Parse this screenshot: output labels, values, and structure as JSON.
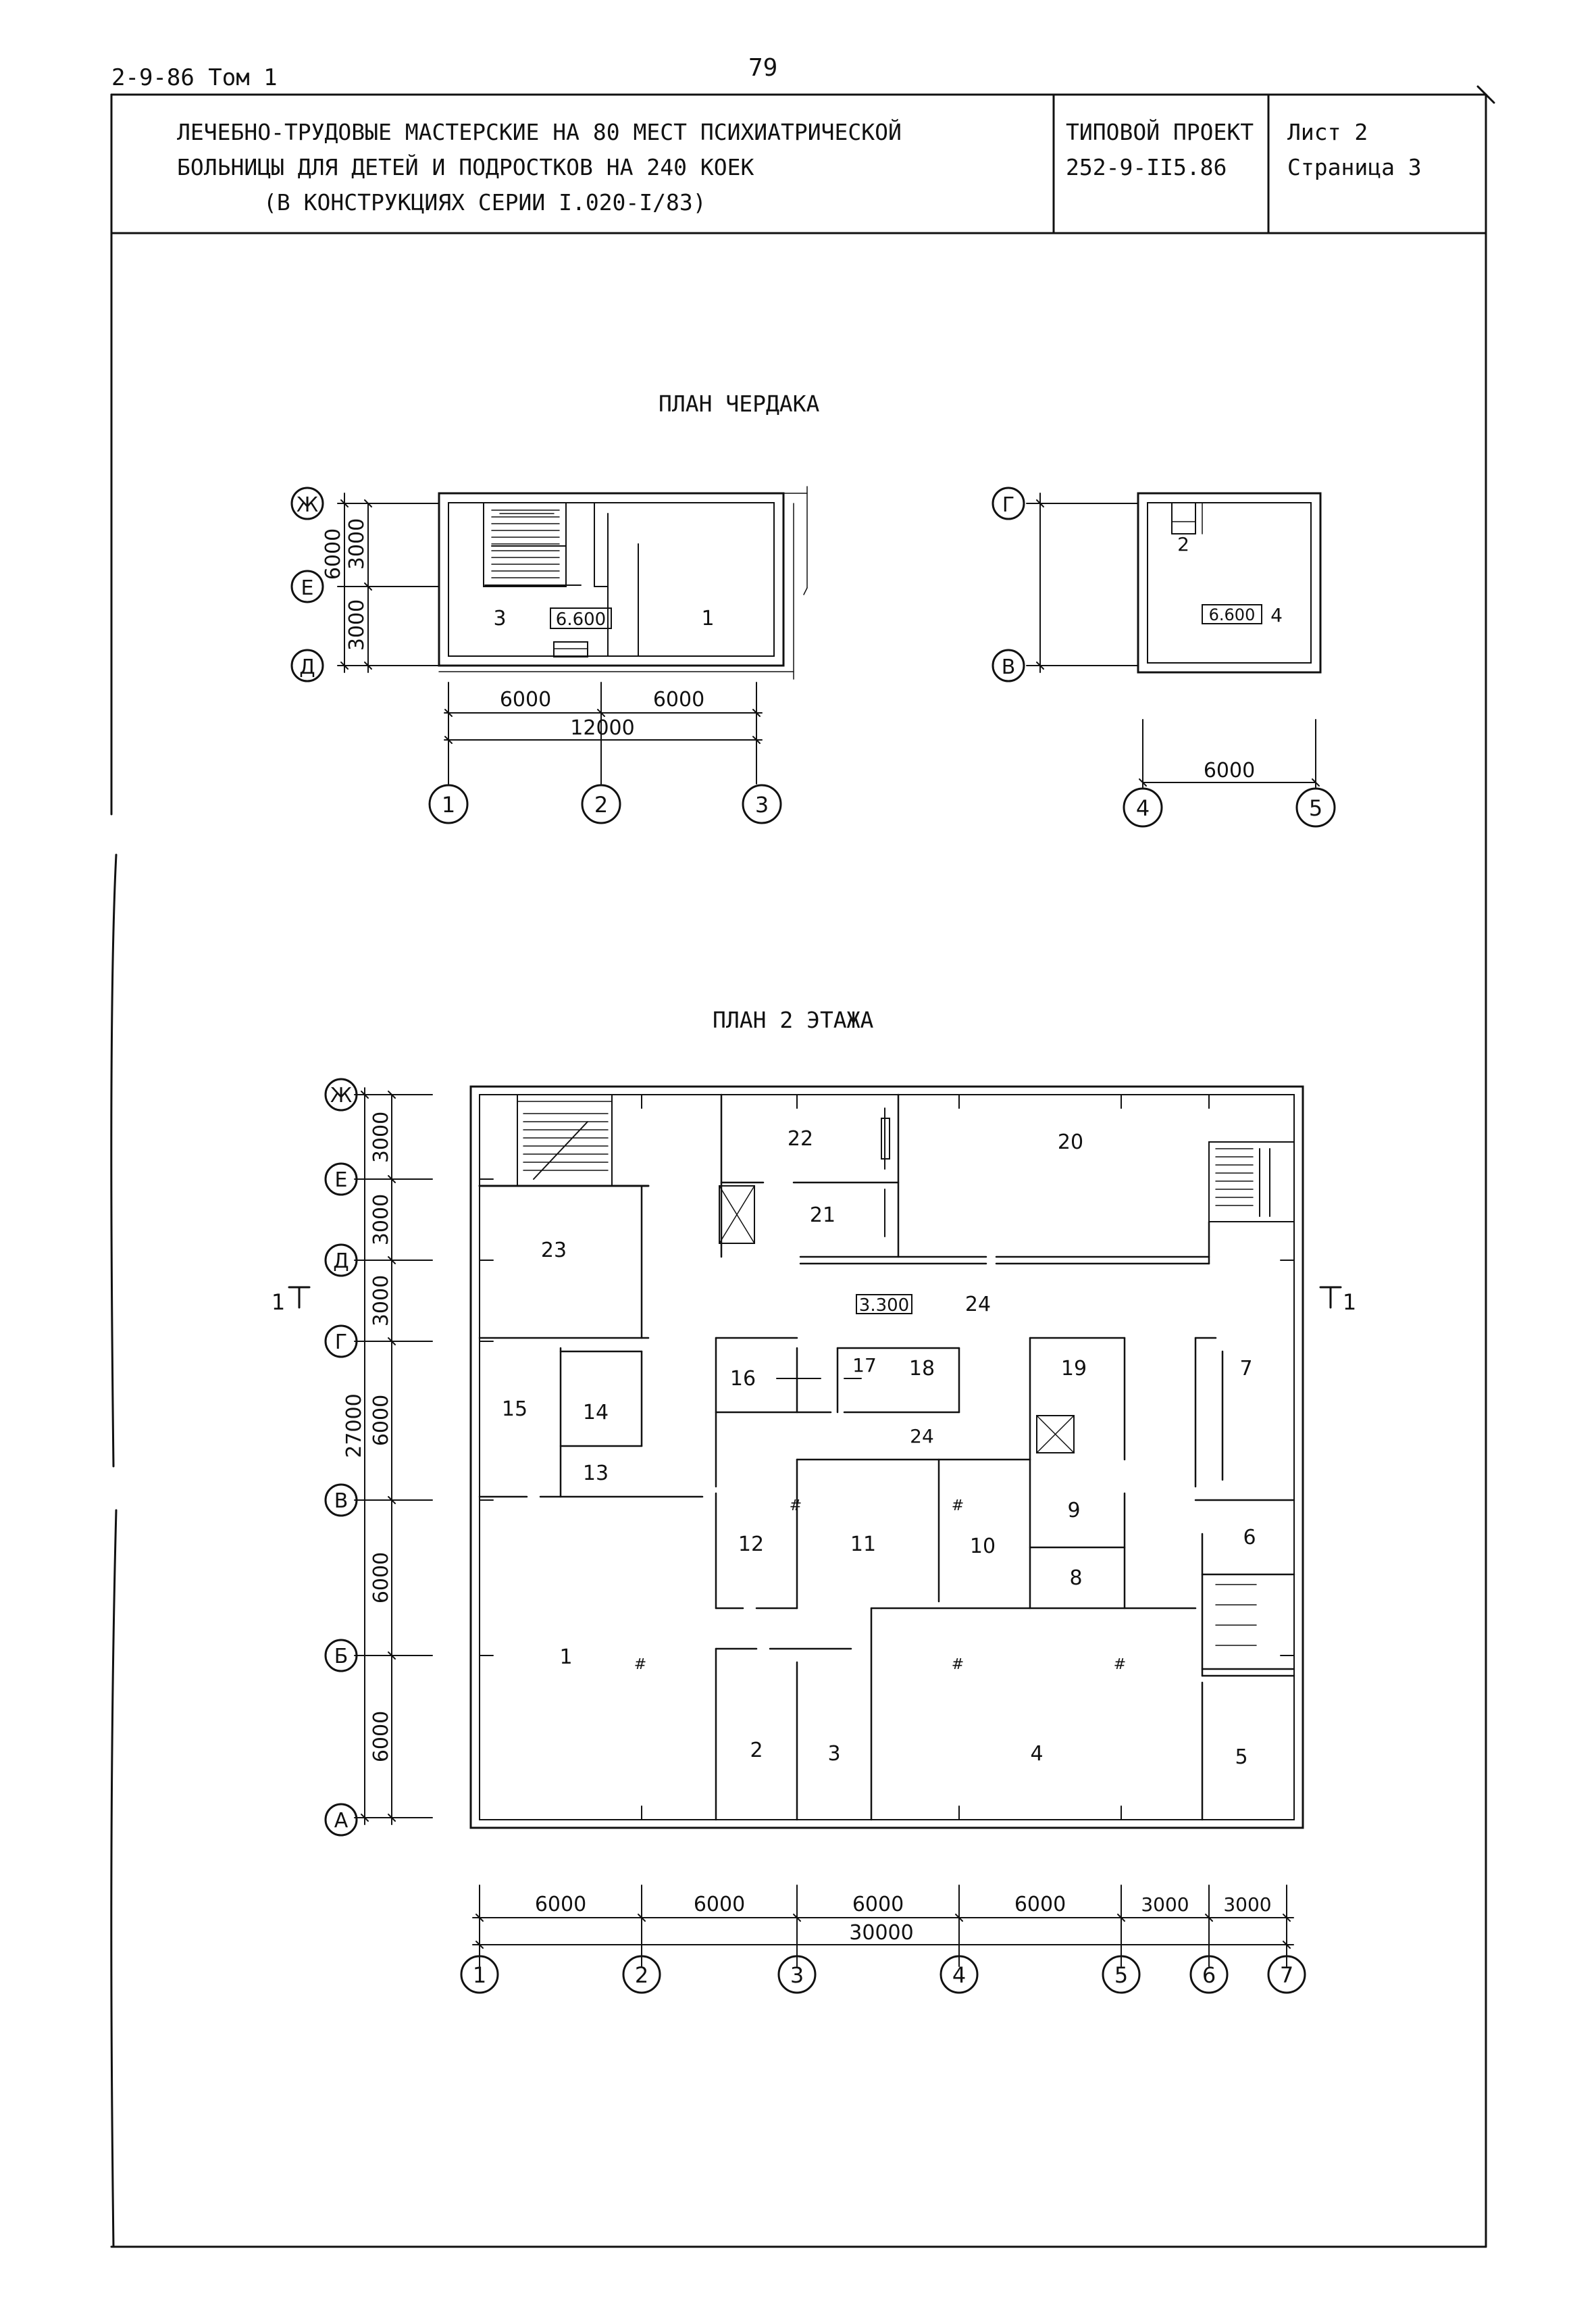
{
  "page": {
    "number": "79",
    "series_ref": "2-9-86 Том 1"
  },
  "title_block": {
    "title_line1": "ЛЕЧЕБНО-ТРУДОВЫЕ МАСТЕРСКИЕ НА 80 МЕСТ ПСИХИАТРИЧЕСКОЙ",
    "title_line2": "БОЛЬНИЦЫ ДЛЯ ДЕТЕЙ И ПОДРОСТКОВ НА 240 КОЕК",
    "title_line3": "(В КОНСТРУКЦИЯХ СЕРИИ I.020-I/83)",
    "project_label": "ТИПОВОЙ ПРОЕКТ",
    "project_number": "252-9-II5.86",
    "sheet": "Лист 2",
    "page": "Страница 3"
  },
  "attic_plan": {
    "title": "ПЛАН ЧЕРДАКА",
    "left_rows": [
      "Ж",
      "Е",
      "Д"
    ],
    "left_row_dims": [
      "3000",
      "3000"
    ],
    "left_row_total": "6000",
    "left_cols": [
      "1",
      "2",
      "3"
    ],
    "left_col_dims": [
      "6000",
      "6000"
    ],
    "left_col_total": "12000",
    "left_rooms": [
      "3",
      "1"
    ],
    "left_level": "6.600",
    "right_rows": [
      "Г",
      "В"
    ],
    "right_cols": [
      "4",
      "5"
    ],
    "right_col_dim": "6000",
    "right_rooms": [
      "2",
      "4"
    ],
    "right_level": "6.600"
  },
  "floor2_plan": {
    "title": "ПЛАН 2 ЭТАЖА",
    "rows": [
      "Ж",
      "Е",
      "Д",
      "Г",
      "В",
      "Б",
      "А"
    ],
    "row_dims": [
      "3000",
      "3000",
      "3000",
      "6000",
      "6000",
      "6000"
    ],
    "row_total": "27000",
    "cols": [
      "1",
      "2",
      "3",
      "4",
      "5",
      "6",
      "7"
    ],
    "col_dims": [
      "6000",
      "6000",
      "6000",
      "6000",
      "3000",
      "3000"
    ],
    "col_total": "30000",
    "level": "3.300",
    "section_mark": "1",
    "rooms": {
      "r1": "1",
      "r2": "2",
      "r3": "3",
      "r4": "4",
      "r5": "5",
      "r6": "6",
      "r7": "7",
      "r8": "8",
      "r9": "9",
      "r10": "10",
      "r11": "11",
      "r12": "12",
      "r13": "13",
      "r14": "14",
      "r15": "15",
      "r16": "16",
      "r17": "17",
      "r18": "18",
      "r19": "19",
      "r20": "20",
      "r21": "21",
      "r22": "22",
      "r23": "23",
      "r24a": "24",
      "r24b": "24"
    }
  }
}
